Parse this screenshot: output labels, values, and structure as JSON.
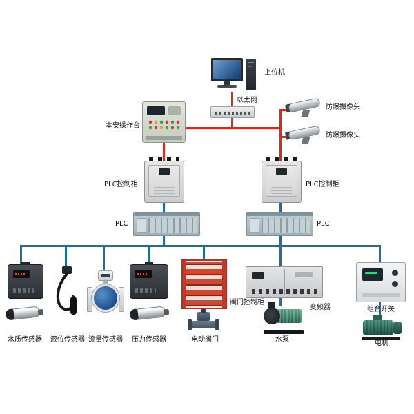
{
  "diagram": {
    "colors": {
      "network_line": "#e8251c",
      "device_bus_line": "#1b6dab"
    },
    "nodes": {
      "host_computer": {
        "label": "上位机"
      },
      "ethernet": {
        "label": "以太网"
      },
      "console": {
        "label": "本安操作台"
      },
      "camera_top": {
        "label": "防爆摄像头"
      },
      "camera_bottom": {
        "label": "防爆摄像头"
      },
      "plc_cabinet_left": {
        "label": "PLC控制柜"
      },
      "plc_cabinet_right": {
        "label": "PLC控制柜"
      },
      "plc_left": {
        "label": "PLC"
      },
      "plc_right": {
        "label": "PLC"
      },
      "water_quality_sensor": {
        "label": "水质传感器"
      },
      "level_sensor": {
        "label": "液位传感器"
      },
      "flow_sensor": {
        "label": "流量传感器"
      },
      "pressure_sensor": {
        "label": "压力传感器"
      },
      "valve_control_cabinet": {
        "label": "阀门控制柜"
      },
      "electric_valve": {
        "label": "电动阀门"
      },
      "inverter": {
        "label": "变频器"
      },
      "water_pump": {
        "label": "水泵"
      },
      "combination_switch": {
        "label": "组合开关"
      },
      "motor": {
        "label": "电机"
      }
    }
  }
}
